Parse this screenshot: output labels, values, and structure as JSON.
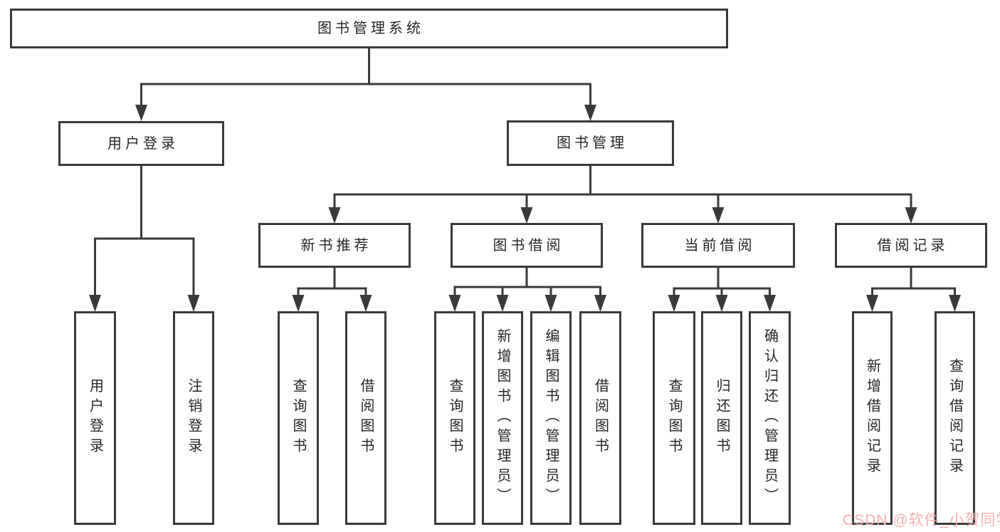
{
  "diagram_type": "hierarchy-tree",
  "watermark": {
    "text": "CSDN @软件_小贺同学"
  },
  "colors": {
    "line": "#3a3a3a",
    "box_border": "#3a3a3a",
    "text": "#262626",
    "watermark": "#f2acac",
    "background": "#ffffff"
  },
  "structure": {
    "root": {
      "label": "图书管理系统",
      "children": [
        {
          "label": "用户登录",
          "children": [
            {
              "label": "用户登录"
            },
            {
              "label": "注销登录"
            }
          ]
        },
        {
          "label": "图书管理",
          "children": [
            {
              "label": "新书推荐",
              "children": [
                {
                  "label": "查询图书"
                },
                {
                  "label": "借阅图书"
                }
              ]
            },
            {
              "label": "图书借阅",
              "children": [
                {
                  "label": "查询图书"
                },
                {
                  "label": "新增图书（管理员）"
                },
                {
                  "label": "编辑图书（管理员）"
                },
                {
                  "label": "借阅图书"
                }
              ]
            },
            {
              "label": "当前借阅",
              "children": [
                {
                  "label": "查询图书"
                },
                {
                  "label": "归还图书"
                },
                {
                  "label": "确认归还（管理员）"
                }
              ]
            },
            {
              "label": "借阅记录",
              "children": [
                {
                  "label": "新增借阅记录"
                },
                {
                  "label": "查询借阅记录"
                }
              ]
            }
          ]
        }
      ]
    }
  }
}
